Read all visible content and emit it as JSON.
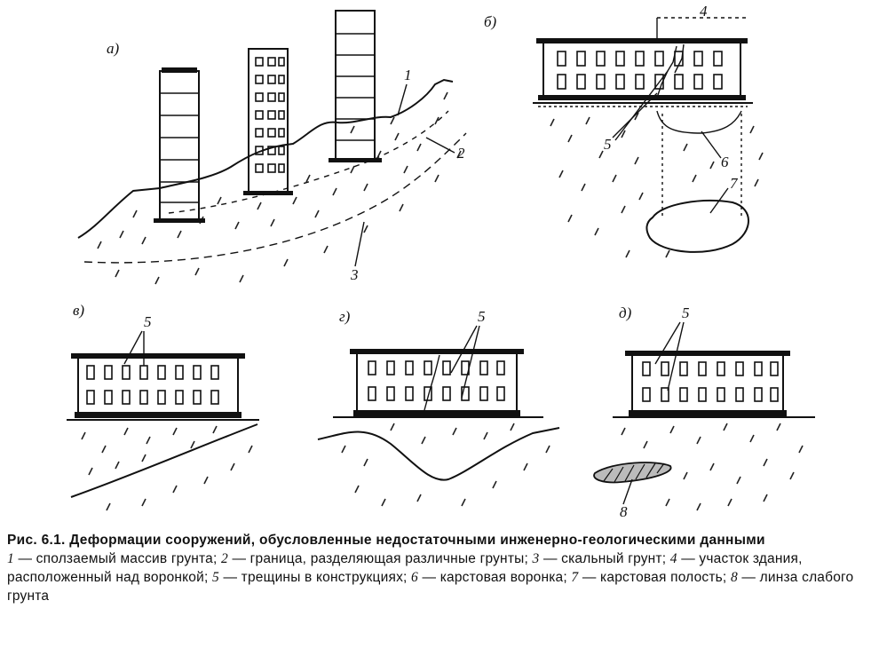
{
  "panel_labels": {
    "a": "а)",
    "b": "б)",
    "v": "в)",
    "g": "г)",
    "d": "д)"
  },
  "callouts": {
    "n1": "1",
    "n2": "2",
    "n3": "3",
    "n4": "4",
    "n5": "5",
    "n6": "6",
    "n7": "7",
    "n8": "8"
  },
  "caption": {
    "title": "Рис. 6.1. Деформации сооружений, обусловленные недостаточными инженерно-геологическими данными",
    "legend": [
      {
        "num": "1",
        "text": " — сползаемый массив грунта; "
      },
      {
        "num": "2",
        "text": " — граница, разделяющая различные грунты; "
      },
      {
        "num": "3",
        "text": " — скальный грунт; "
      },
      {
        "num": "4",
        "text": " — участок здания, расположенный над воронкой; "
      },
      {
        "num": "5",
        "text": " — трещины в конструкциях; "
      },
      {
        "num": "6",
        "text": " — карстовая воронка; "
      },
      {
        "num": "7",
        "text": " — карстовая полость; "
      },
      {
        "num": "8",
        "text": " — линза слабого грунта"
      }
    ]
  }
}
